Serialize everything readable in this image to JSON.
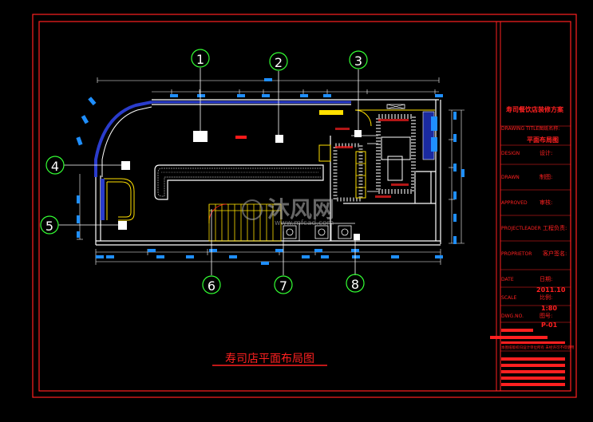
{
  "drawing": {
    "title": "寿司店平面布局图",
    "watermark_main": "沐风网",
    "watermark_url": "www.mfcad.com",
    "callouts": [
      "1",
      "2",
      "3",
      "4",
      "5",
      "6",
      "7",
      "8"
    ],
    "colors": {
      "background": "#000000",
      "border": "#ff0000",
      "wall": "#ffffff",
      "curved_wall": "#2a3ccc",
      "window": "#1f8fff",
      "callout": "#33ff33",
      "stair": "#ffe000",
      "dimension": "#ffffff"
    }
  },
  "title_block": {
    "project_name": "寿司餐饮店装修方案",
    "drawing_title_label": "DRAWING TITLE图纸名称:",
    "drawing_title": "平面布局图",
    "design_label": "DESIGN",
    "design_cn": "设计:",
    "drawn_label": "DRAWN",
    "drawn_cn": "制图:",
    "approved_label": "APPROVED",
    "approved_cn": "审核:",
    "project_leader_label": "PROJECTLEADER",
    "project_leader_cn": "工程负责:",
    "proprietor_label": "PROPRIETOR",
    "proprietor_cn": "客户签名:",
    "date_label": "DATE",
    "date_cn": "日期:",
    "date_value": "2011.10",
    "scale_label": "SCALE",
    "scale_cn": "比例:",
    "scale_value": "1:80",
    "dwg_label": "DWG.NO.",
    "dwg_cn": "图号:",
    "dwg_value": "P-01",
    "note": "本图纸版权归设计单位所有 未经许可不得使用"
  }
}
